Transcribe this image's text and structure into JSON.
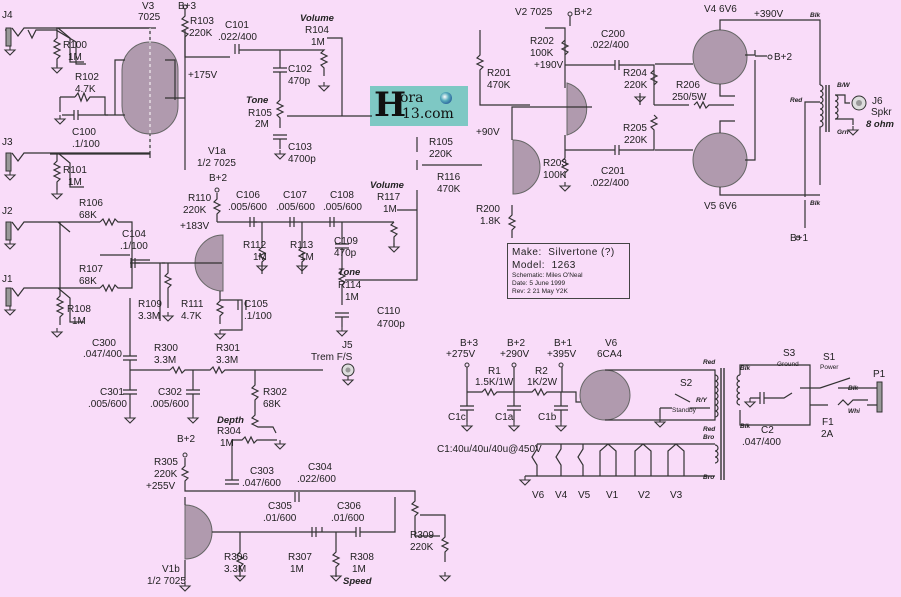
{
  "schematic": {
    "title_block": {
      "make_label": "Make:",
      "make_value": "Silvertone (?)",
      "model_label": "Model:",
      "model_value": "1263",
      "schematic_by": "Schematic: Miles O'Neal",
      "date": "Date:       5 June 1999",
      "rev": "Rev:   2   21 May Y2K"
    },
    "watermark": {
      "glyph": "H",
      "line1": "ora",
      "line2": "13.com"
    },
    "tubes": {
      "v3": {
        "name": "V3",
        "type": "7025",
        "plate_voltage": "+175V"
      },
      "v1a": {
        "name": "V1a",
        "type": "1/2 7025",
        "plate_voltage": "+183V"
      },
      "v1b": {
        "name": "V1b",
        "type": "1/2 7025",
        "plate_voltage": "+255V"
      },
      "v2": {
        "name": "V2 7025",
        "plate_voltage": "+190V",
        "cathode_voltage": "+90V"
      },
      "v4": {
        "name": "V4 6V6"
      },
      "v5": {
        "name": "V5 6V6"
      },
      "v6": {
        "name": "V6",
        "type": "6CA4"
      }
    },
    "jacks": {
      "j1": "J1",
      "j2": "J2",
      "j3": "J3",
      "j4": "J4",
      "j5": {
        "name": "J5",
        "desc": "Trem F/S"
      },
      "j6": {
        "name": "J6",
        "desc": "Spkr",
        "imp": "8 ohm"
      }
    },
    "resistors": {
      "r100": [
        "R100",
        "1M"
      ],
      "r101": [
        "R101",
        "1M"
      ],
      "r102": [
        "R102",
        "4.7K"
      ],
      "r103": [
        "R103",
        "220K"
      ],
      "r104": [
        "R104",
        "1M"
      ],
      "r105t": [
        "R105",
        "2M"
      ],
      "r105": [
        "R105",
        "220K"
      ],
      "r116": [
        "R116",
        "470K"
      ],
      "r106": [
        "R106",
        "68K"
      ],
      "r107": [
        "R107",
        "68K"
      ],
      "r108": [
        "R108",
        "1M"
      ],
      "r109": [
        "R109",
        "3.3M"
      ],
      "r110": [
        "R110",
        "220K"
      ],
      "r111": [
        "R111",
        "4.7K"
      ],
      "r112": [
        "R112",
        "1M"
      ],
      "r113": [
        "R113",
        "1M"
      ],
      "r114": [
        "R114",
        "1M"
      ],
      "r117": [
        "R117",
        "1M"
      ],
      "r200": [
        "R200",
        "1.8K"
      ],
      "r201": [
        "R201",
        "470K"
      ],
      "r202": [
        "R202",
        "100K"
      ],
      "r203": [
        "R203",
        "100K"
      ],
      "r204": [
        "R204",
        "220K"
      ],
      "r205": [
        "R205",
        "220K"
      ],
      "r206": [
        "R206",
        "250/5W"
      ],
      "r300": [
        "R300",
        "3.3M"
      ],
      "r301": [
        "R301",
        "3.3M"
      ],
      "r302": [
        "R302",
        "68K"
      ],
      "r304": [
        "R304",
        "1M"
      ],
      "r305": [
        "R305",
        "220K"
      ],
      "r306": [
        "R306",
        "3.3M"
      ],
      "r307": [
        "R307",
        "1M"
      ],
      "r308": [
        "R308",
        "1M"
      ],
      "r309": [
        "R309",
        "220K"
      ],
      "r1": [
        "R1",
        "1.5K/1W"
      ],
      "r2": [
        "R2",
        "1K/2W"
      ]
    },
    "capacitors": {
      "c100": [
        "C100",
        ".1/100"
      ],
      "c101": [
        "C101",
        ".022/400"
      ],
      "c102": [
        "C102",
        "470p"
      ],
      "c103": [
        "C103",
        "4700p"
      ],
      "c104": [
        "C104",
        ".1/100"
      ],
      "c105": [
        "C105",
        ".1/100"
      ],
      "c106": [
        "C106",
        ".005/600"
      ],
      "c107": [
        "C107",
        ".005/600"
      ],
      "c108": [
        "C108",
        ".005/600"
      ],
      "c109": [
        "C109",
        "470p"
      ],
      "c110": [
        "C110",
        "4700p"
      ],
      "c200": [
        "C200",
        ".022/400"
      ],
      "c201": [
        "C201",
        ".022/400"
      ],
      "c300": [
        "C300",
        ".047/400"
      ],
      "c301": [
        "C301",
        ".005/600"
      ],
      "c302": [
        "C302",
        ".005/600"
      ],
      "c303": [
        "C303",
        ".047/600"
      ],
      "c304": [
        "C304",
        ".022/600"
      ],
      "c305": [
        "C305",
        ".01/600"
      ],
      "c306": [
        "C306",
        ".01/600"
      ],
      "c2": [
        "C2",
        ".047/400"
      ],
      "c1a": "C1a",
      "c1b": "C1b",
      "c1c": "C1c",
      "c1_note": "C1:40u/40u/40u@450V"
    },
    "controls": {
      "volume": "Volume",
      "tone": "Tone",
      "depth": "Depth",
      "speed": "Speed"
    },
    "supply": {
      "b3": "B+3",
      "b2": "B+2",
      "b1": "B+1",
      "v_b3": "+275V",
      "v_b2": "+290V",
      "v_b1": "+395V",
      "v_plate": "+390V"
    },
    "switches": {
      "s1": {
        "name": "S1",
        "desc": "Power"
      },
      "s2": {
        "name": "S2",
        "desc": "Standby"
      },
      "s3": {
        "name": "S3",
        "desc": "Ground"
      },
      "f1": {
        "name": "F1",
        "rating": "2A"
      },
      "p1": "P1"
    },
    "wires": {
      "blk": "Blk",
      "red": "Red",
      "bro": "Bro",
      "whi": "Whi",
      "grn": "Grn",
      "ry": "R/Y",
      "bw": "B/W"
    },
    "heaters": [
      "V6",
      "V4",
      "V5",
      "V1",
      "V2",
      "V3"
    ]
  }
}
